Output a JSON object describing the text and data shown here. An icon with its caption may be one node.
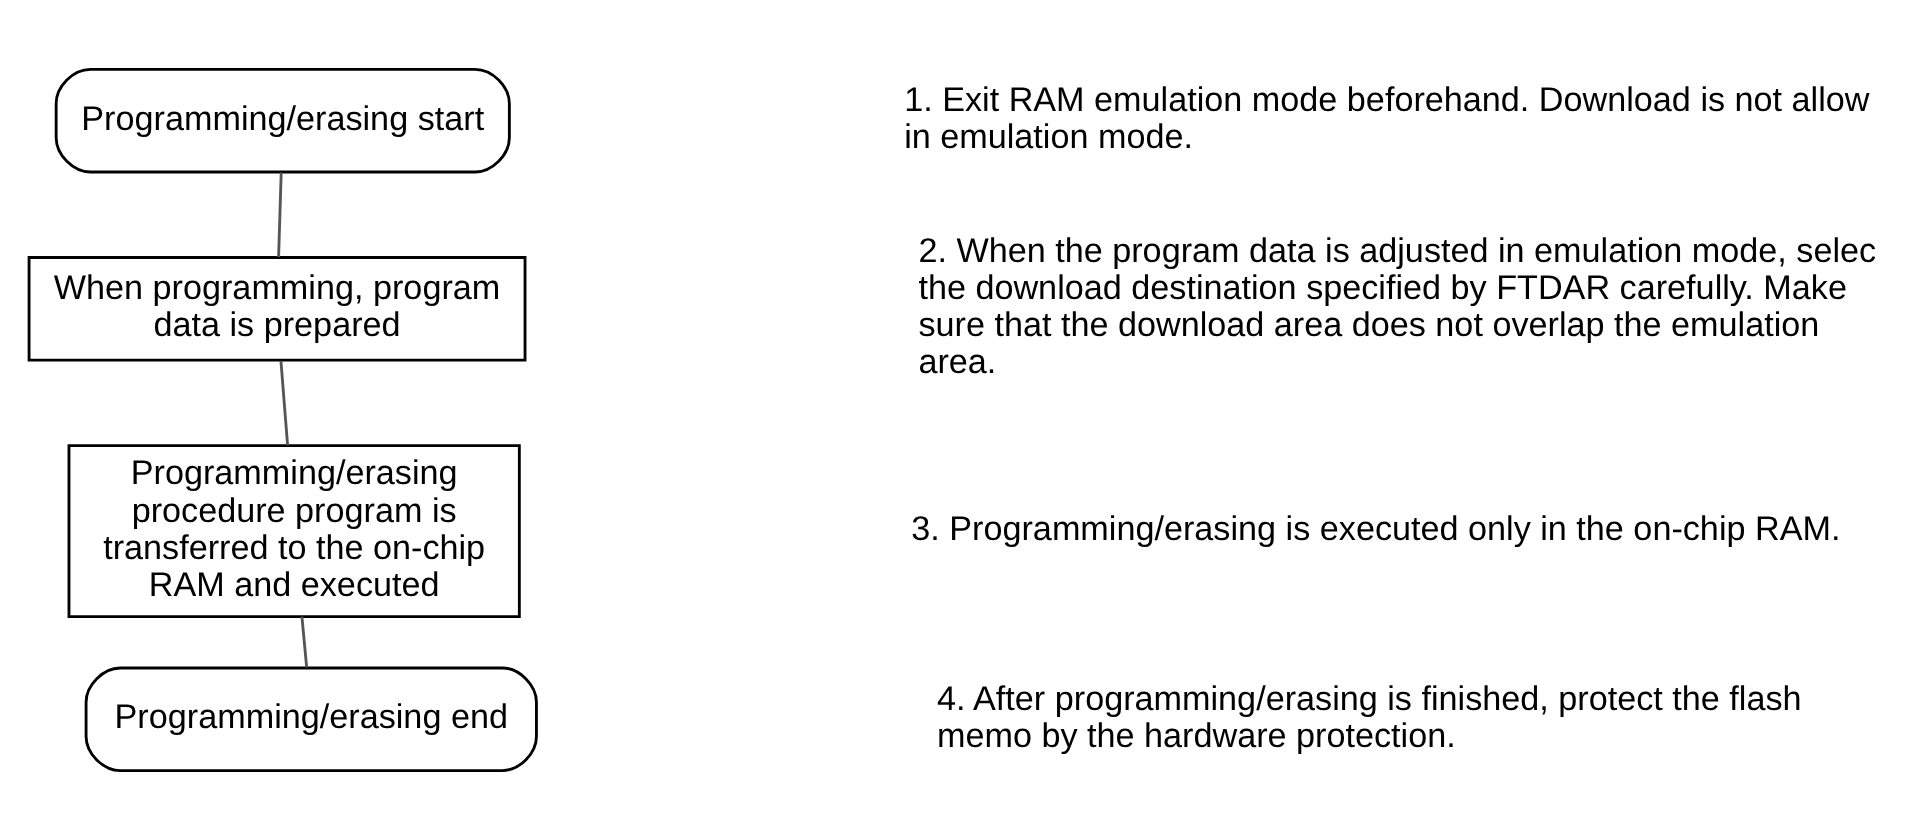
{
  "diagram": {
    "nodes": [
      {
        "text": [
          "Programming/erasing start"
        ]
      },
      {
        "text": [
          "When programming, program data is prepared"
        ]
      },
      {
        "text": [
          "Programming/erasing procedure program is transferred to the on-chip RAM and executed"
        ]
      },
      {
        "text": [
          "Programming/erasing end"
        ]
      }
    ],
    "edges": [
      {
        "from": 0,
        "to": 1,
        "arrow": "none"
      },
      {
        "from": 1,
        "to": 2,
        "arrow": "none"
      },
      {
        "from": 2,
        "to": 3,
        "arrow": "none"
      }
    ],
    "labels": [
      "1. Exit RAM emulation mode beforehand. Download is not allow in emulation mode.",
      "2. When the program data is adjusted in emulation mode, selec the download destination specified by FTDAR carefully. Make sure that the download area does not overlap the emulation area.",
      "3. Programming/erasing is executed only in the on-chip RAM.",
      "4. After programming/erasing is finished, protect the flash memo by the hardware protection."
    ]
  }
}
